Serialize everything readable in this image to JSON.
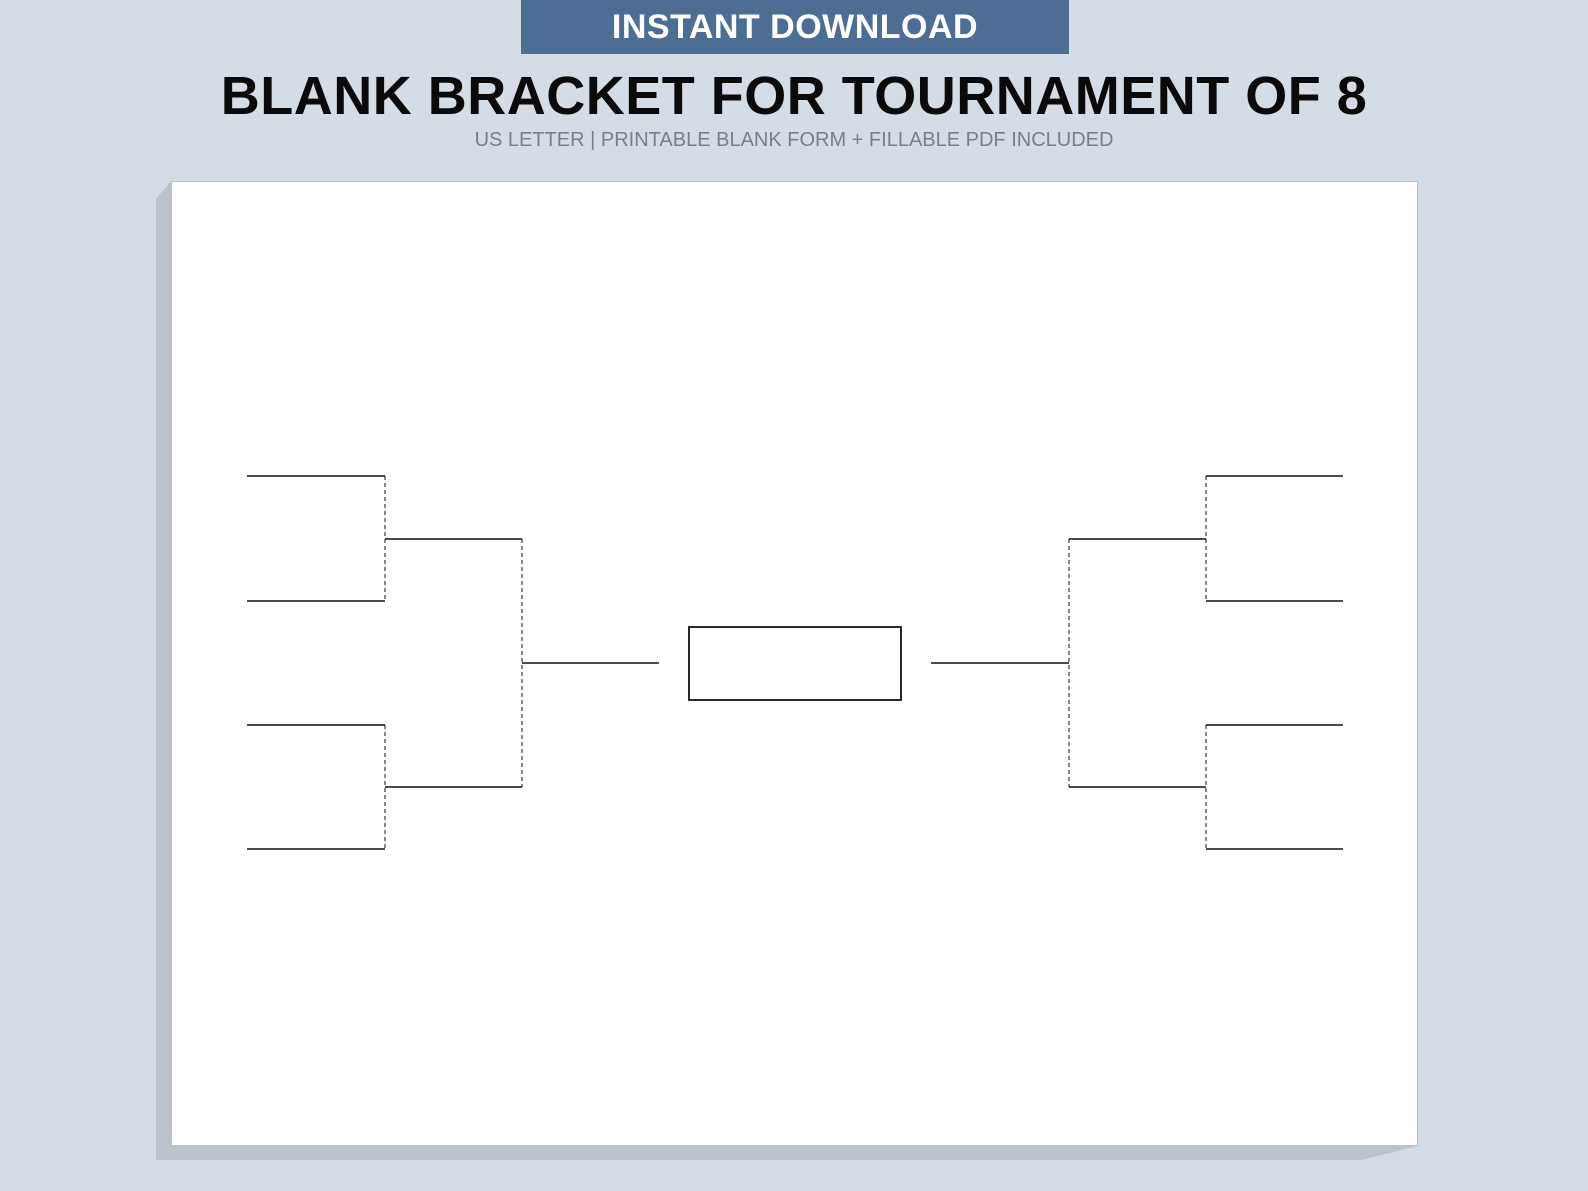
{
  "banner": {
    "label": "INSTANT DOWNLOAD"
  },
  "header": {
    "title": "BLANK BRACKET FOR TOURNAMENT OF 8",
    "subtitle": "US LETTER  | PRINTABLE BLANK FORM + FILLABLE PDF INCLUDED"
  },
  "bracket": {
    "teams": 8,
    "rounds_per_side": 2,
    "champion_box": true
  },
  "colors": {
    "background": "#d4dce5",
    "banner": "#4e6d95",
    "sheet": "#ffffff",
    "line": "#111111",
    "shadow": "#bcc3cc"
  }
}
